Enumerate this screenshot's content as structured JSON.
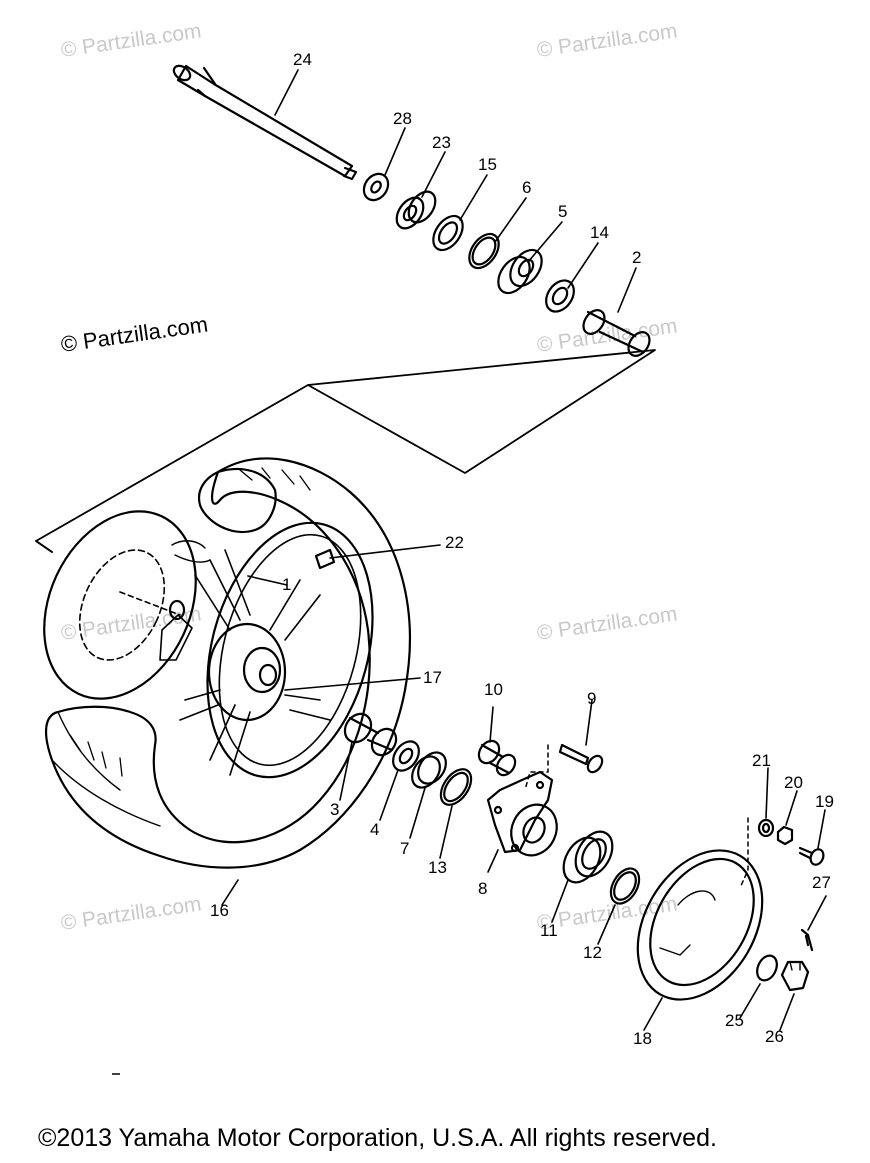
{
  "watermarks": [
    "© Partzilla.com",
    "© Partzilla.com",
    "© Partzilla.com",
    "© Partzilla.com",
    "© Partzilla.com",
    "© Partzilla.com",
    "© Partzilla.com",
    "© Partzilla.com"
  ],
  "callouts": {
    "c24": "24",
    "c28": "28",
    "c23": "23",
    "c15": "15",
    "c6": "6",
    "c5": "5",
    "c14": "14",
    "c2": "2",
    "c22": "22",
    "c1": "1",
    "c17": "17",
    "c10": "10",
    "c9": "9",
    "c3": "3",
    "c4": "4",
    "c7": "7",
    "c13": "13",
    "c8": "8",
    "c11": "11",
    "c12": "12",
    "c21": "21",
    "c20": "20",
    "c19": "19",
    "c27": "27",
    "c18": "18",
    "c25": "25",
    "c26": "26",
    "c16": "16"
  },
  "copyright": "©2013 Yamaha Motor Corporation, U.S.A. All rights reserved."
}
